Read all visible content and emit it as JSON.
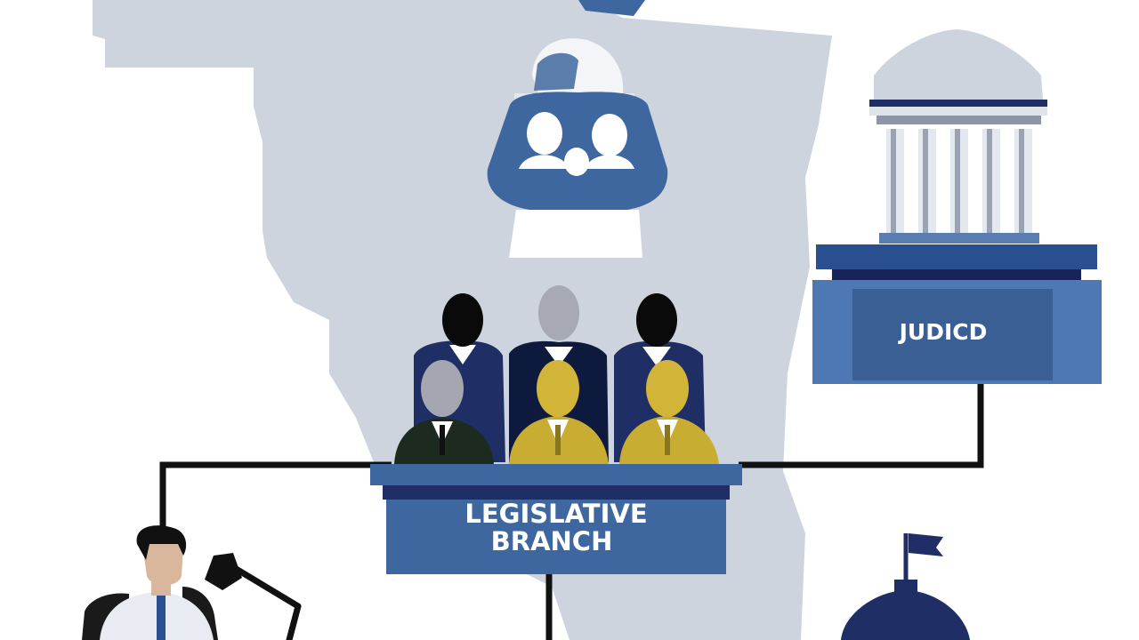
{
  "legislative": {
    "line1": "LEGISLATIVE",
    "line2": "BRANCH"
  },
  "judicial": {
    "label": "JUDICD"
  },
  "colors": {
    "map": "#cdd4de",
    "navy": "#1f2f66",
    "blue": "#3f679f",
    "gold": "#c9ad32",
    "connector": "#111111"
  },
  "icons": [
    "map-silhouette",
    "people-group-icon",
    "courthouse-icon",
    "capitol-dome-icon",
    "businessman-icon",
    "desk-lamp-icon"
  ]
}
